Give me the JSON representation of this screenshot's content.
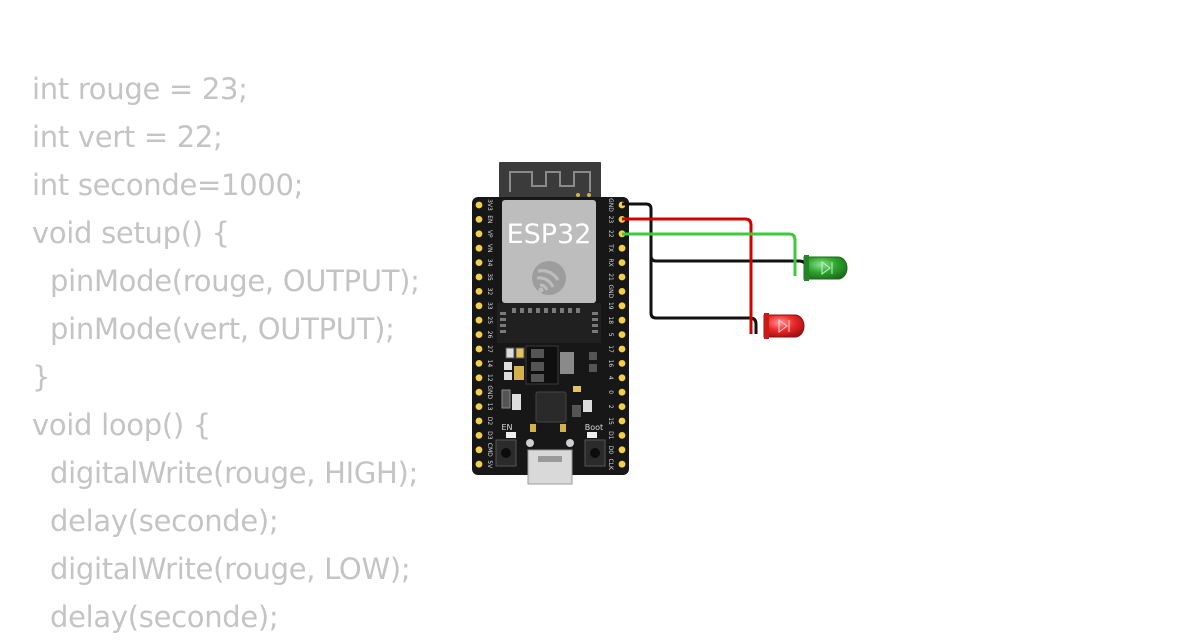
{
  "code": {
    "lines": [
      {
        "text": "int rouge = 23;",
        "indent": false
      },
      {
        "text": "int vert = 22;",
        "indent": false
      },
      {
        "text": "int seconde=1000;",
        "indent": false
      },
      {
        "text": "void setup() {",
        "indent": false
      },
      {
        "text": "pinMode(rouge, OUTPUT);",
        "indent": true
      },
      {
        "text": "pinMode(vert, OUTPUT);",
        "indent": true
      },
      {
        "text": "}",
        "indent": false
      },
      {
        "text": "void loop() {",
        "indent": false
      },
      {
        "text": "digitalWrite(rouge, HIGH);",
        "indent": true
      },
      {
        "text": "delay(seconde);",
        "indent": true
      },
      {
        "text": "digitalWrite(rouge, LOW);",
        "indent": true
      },
      {
        "text": "delay(seconde);",
        "indent": true
      }
    ]
  },
  "board": {
    "chip_label": "ESP32",
    "en_label": "EN",
    "boot_label": "Boot",
    "left_pins": [
      "3V3",
      "EN",
      "VP",
      "VN",
      "34",
      "35",
      "32",
      "33",
      "25",
      "26",
      "27",
      "14",
      "12",
      "GND",
      "13",
      "D2",
      "D3",
      "CMD",
      "5V"
    ],
    "right_pins": [
      "GND",
      "23",
      "22",
      "TX",
      "RX",
      "21",
      "GND",
      "19",
      "18",
      "5",
      "17",
      "16",
      "4",
      "0",
      "2",
      "15",
      "D1",
      "D0",
      "CLK"
    ]
  },
  "wires": {
    "red_color": "#d40000",
    "green_color": "#3ec93e",
    "black_color": "#111111"
  },
  "leds": {
    "green": {
      "color": "#2e9e2e"
    },
    "red": {
      "color": "#e02020"
    }
  }
}
